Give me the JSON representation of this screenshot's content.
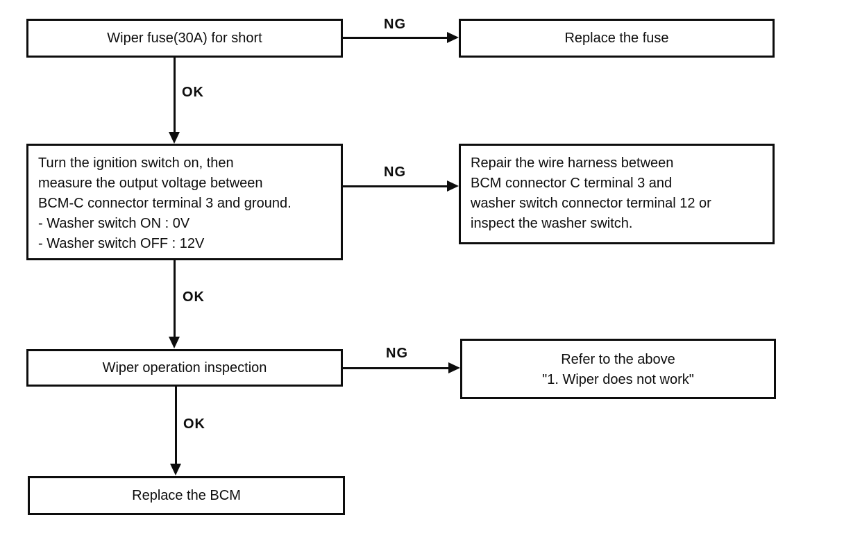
{
  "flowchart": {
    "colors": {
      "ink": "#0d0d0d",
      "background": "#ffffff"
    },
    "labels": {
      "ng": "NG",
      "ok": "OK"
    },
    "steps": [
      {
        "text": "Wiper fuse(30A) for short"
      },
      {
        "lines": [
          "Turn the ignition switch on, then",
          "measure the output voltage between",
          "BCM-C connector terminal 3 and ground.",
          "- Washer switch ON : 0V",
          "- Washer switch OFF : 12V"
        ]
      },
      {
        "text": "Wiper operation inspection"
      },
      {
        "text": "Replace the BCM"
      }
    ],
    "results": [
      {
        "text": "Replace the fuse"
      },
      {
        "lines": [
          "Repair the wire harness between",
          "BCM connector C terminal 3 and",
          "washer switch connector terminal 12 or",
          "inspect the washer switch."
        ]
      },
      {
        "lines": [
          "Refer to the above",
          "\"1. Wiper does not work\""
        ]
      }
    ]
  }
}
